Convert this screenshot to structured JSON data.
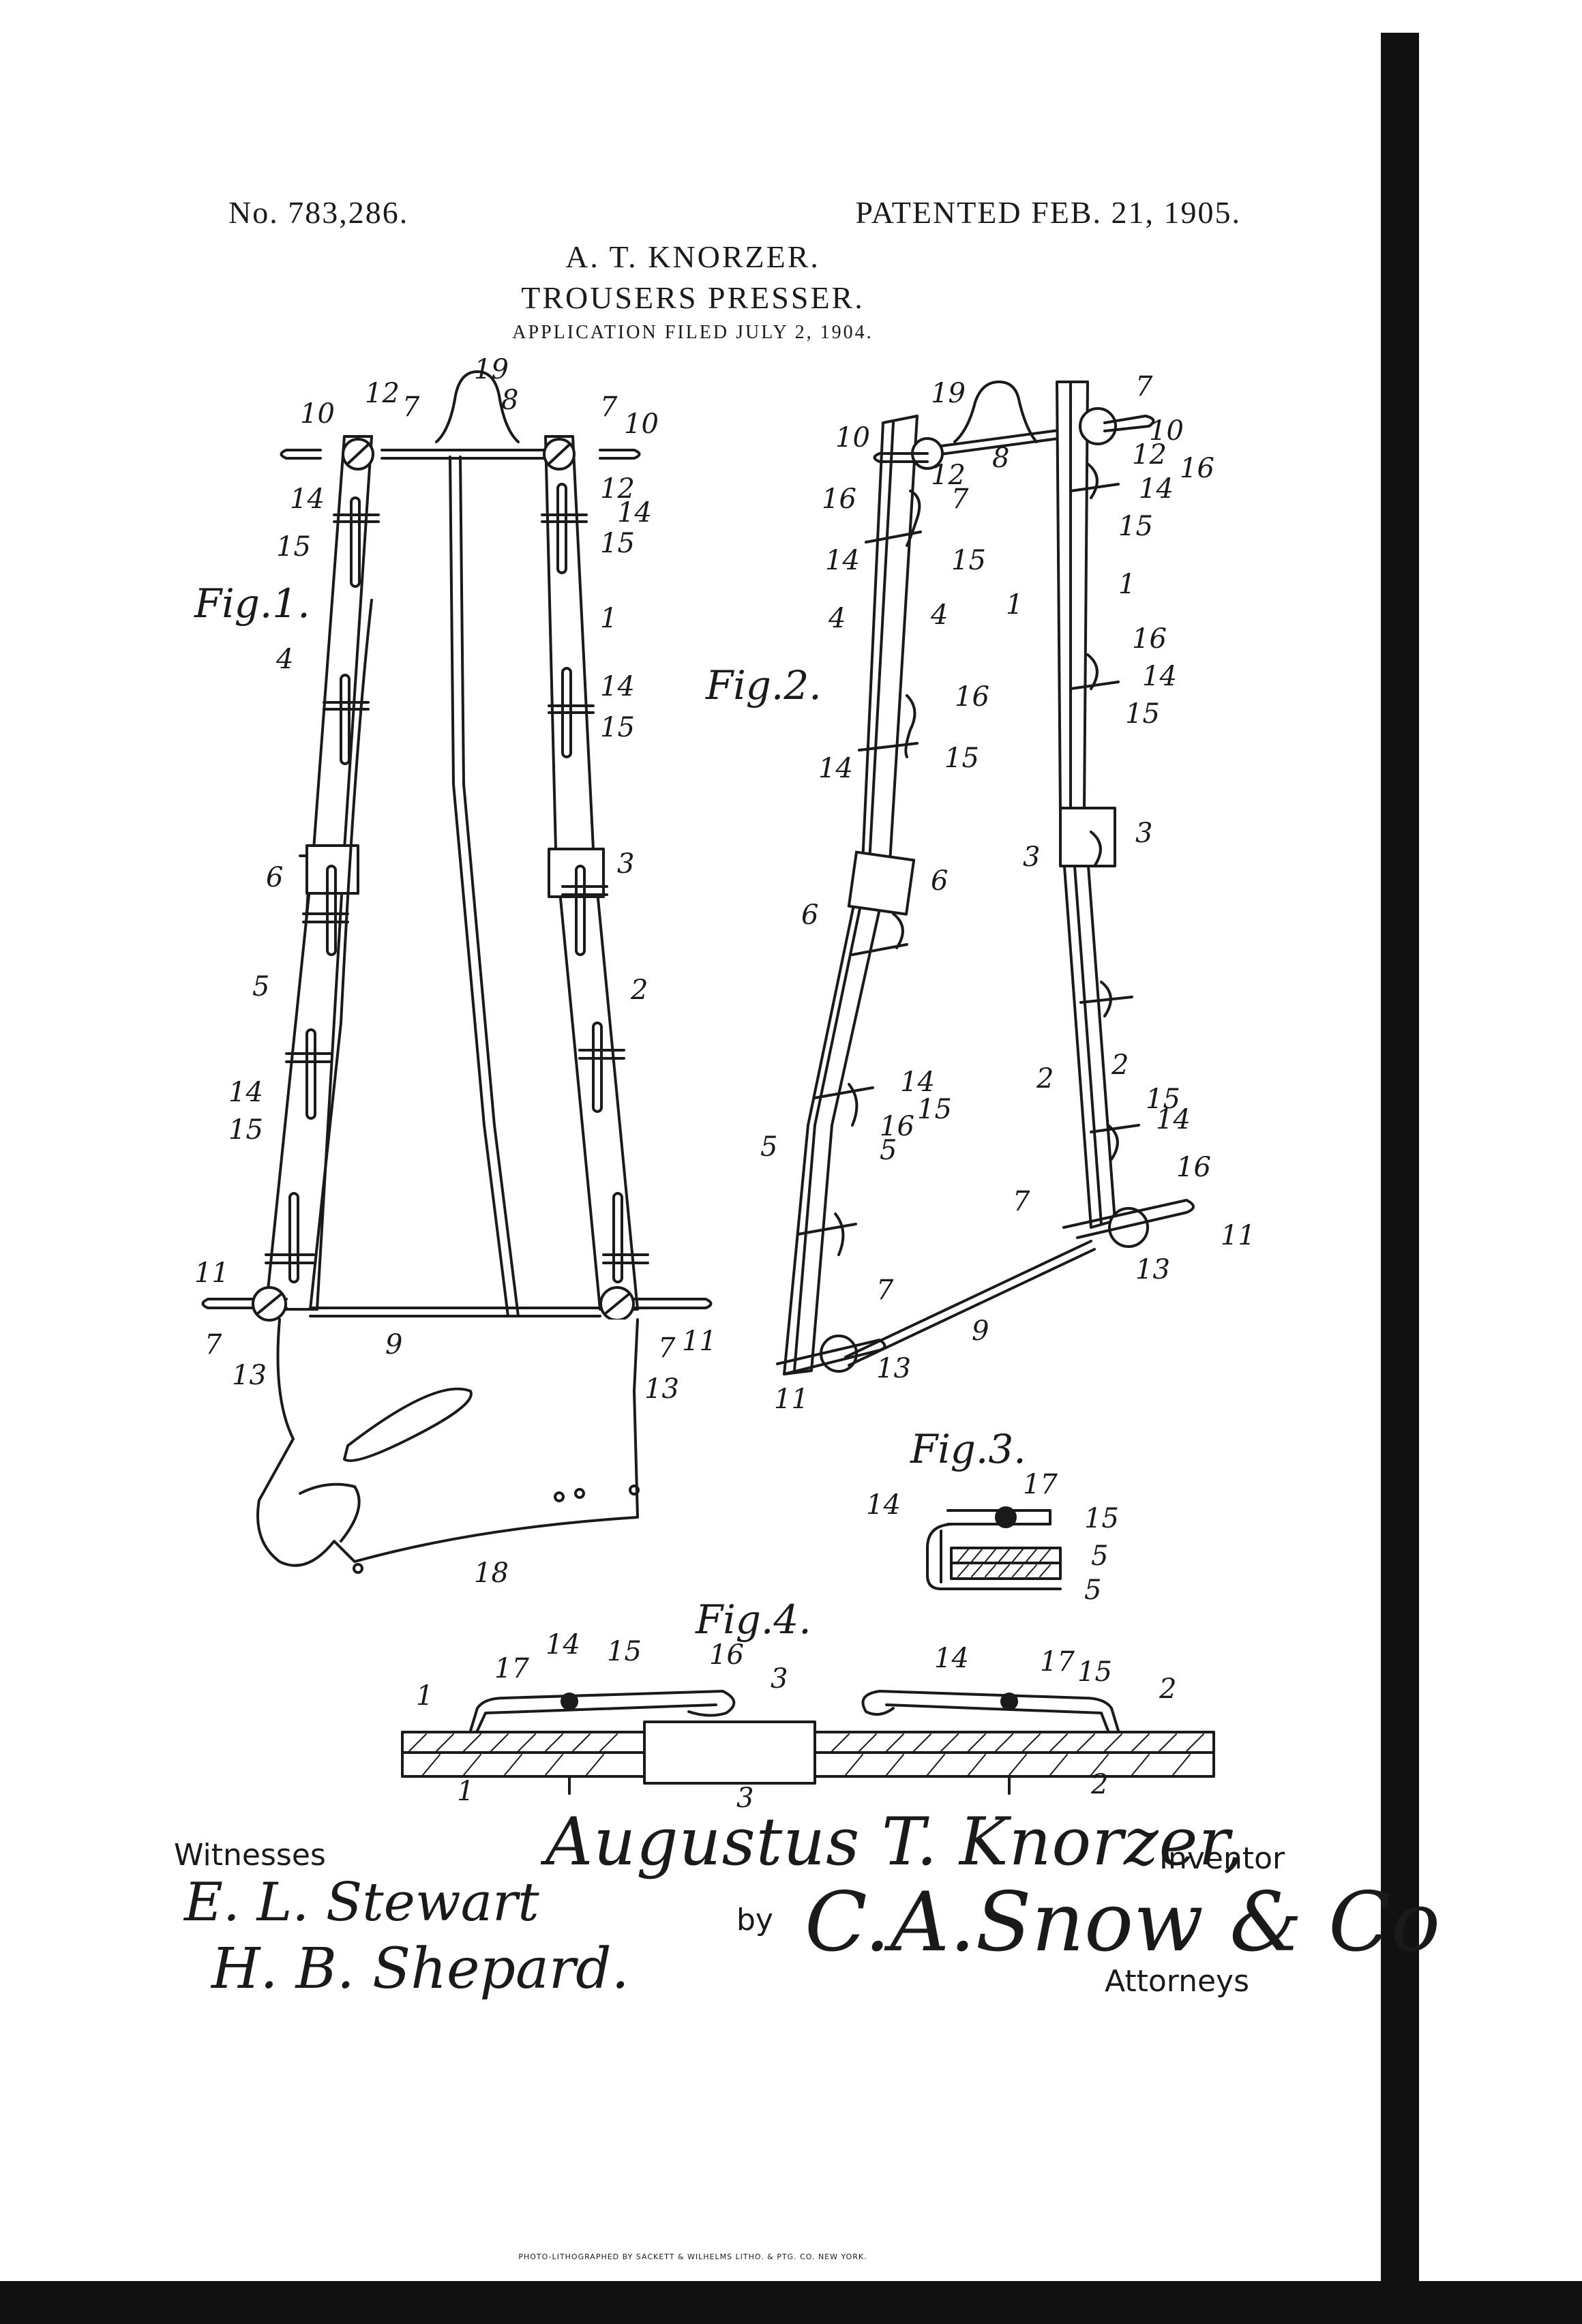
{
  "header": {
    "patent_number": "No. 783,286.",
    "patent_date": "PATENTED FEB. 21, 1905.",
    "inventor_name": "A. T. KNORZER.",
    "title": "TROUSERS PRESSER.",
    "application": "APPLICATION FILED JULY 2, 1904."
  },
  "figures": {
    "fig1": "Fig.1.",
    "fig2": "Fig.2.",
    "fig3": "Fig.3.",
    "fig4": "Fig.4."
  },
  "reference_numerals": {
    "n1": "1",
    "n2": "2",
    "n3": "3",
    "n4": "4",
    "n5": "5",
    "n6": "6",
    "n7": "7",
    "n8": "8",
    "n9": "9",
    "n10": "10",
    "n11": "11",
    "n12": "12",
    "n13": "13",
    "n14": "14",
    "n15": "15",
    "n16": "16",
    "n17": "17",
    "n18": "18",
    "n19": "19"
  },
  "signatures": {
    "witnesses_label": "Witnesses",
    "witness_1": "E. L. Stewart",
    "witness_2": "H. B. Shepard.",
    "inventor_signature": "Augustus T. Knorzer,",
    "inventor_label": "Inventor",
    "by_label": "by",
    "attorney_signature": "C.A.Snow & Co",
    "attorneys_label": "Attorneys"
  },
  "footer": {
    "printer_line": "PHOTO-LITHOGRAPHED BY SACKETT & WILHELMS LITHO. & PTG. CO. NEW YORK."
  }
}
